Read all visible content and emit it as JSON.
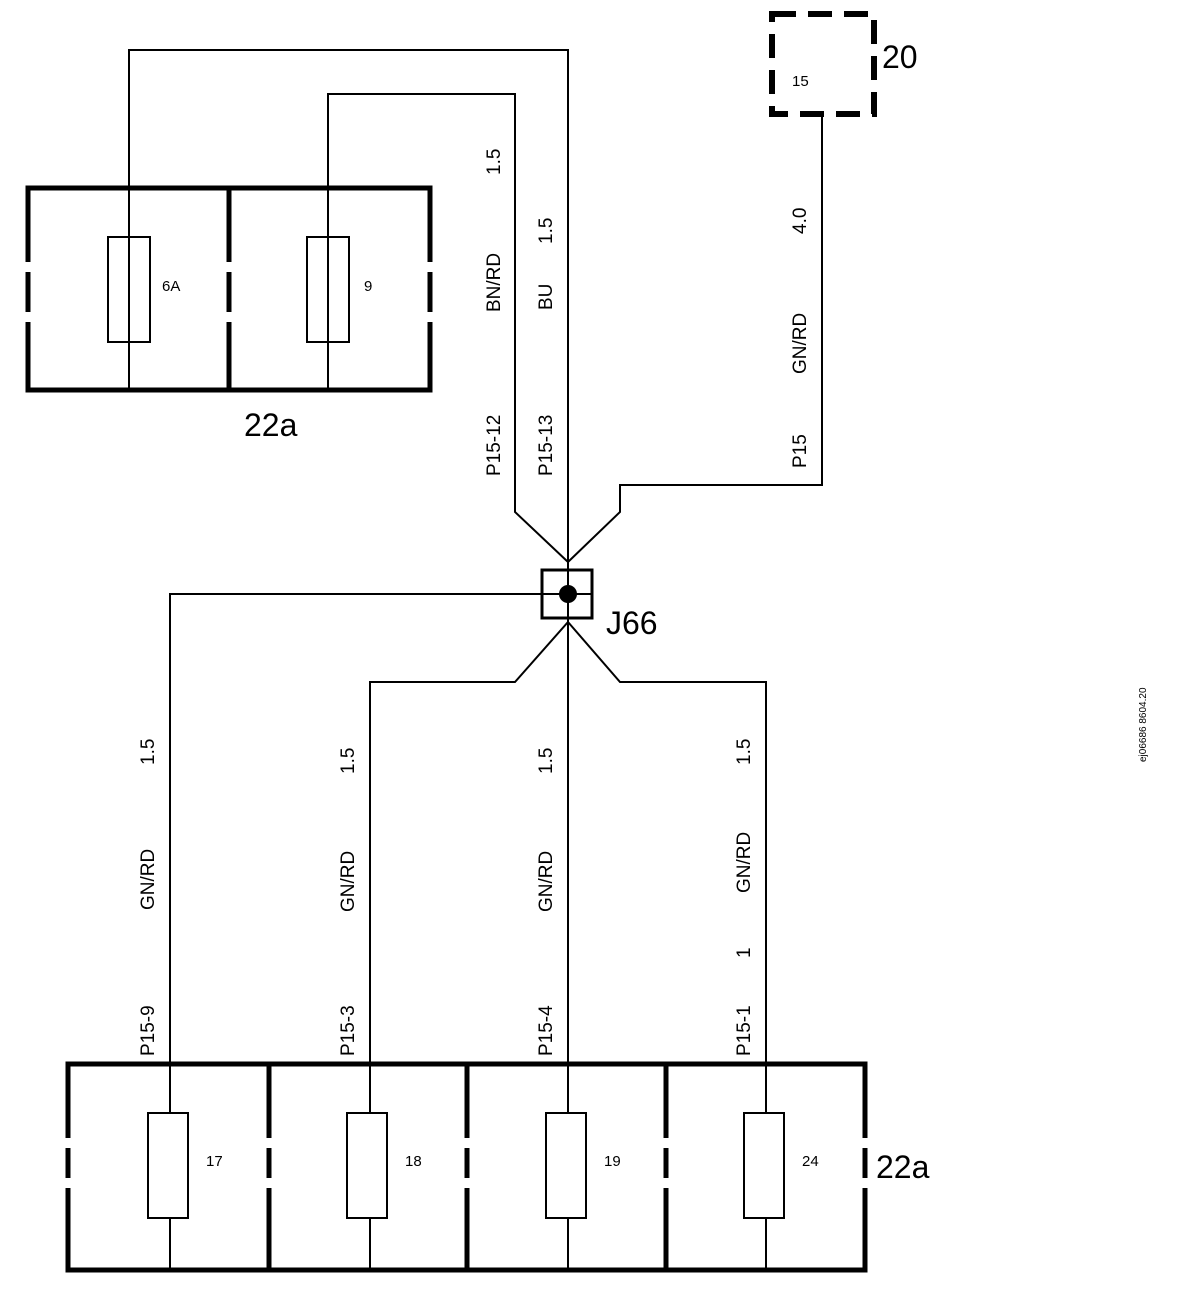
{
  "fuse_box_top": {
    "label": "22a",
    "fuses": [
      "6A",
      "9"
    ]
  },
  "fuse_box_bottom": {
    "label": "22a",
    "fuses": [
      "17",
      "18",
      "19",
      "24"
    ]
  },
  "component_20": {
    "label": "20",
    "pin": "15"
  },
  "junction": {
    "label": "J66"
  },
  "wires_top": [
    {
      "pin": "P15-12",
      "color": "BN/RD",
      "size": "1.5"
    },
    {
      "pin": "P15-13",
      "color": "BU",
      "size": "1.5"
    },
    {
      "pin": "P15",
      "color": "GN/RD",
      "size": "4.0"
    }
  ],
  "wires_bottom": [
    {
      "pin": "P15-9",
      "color": "GN/RD",
      "size": "1.5"
    },
    {
      "pin": "P15-3",
      "color": "GN/RD",
      "size": "1.5"
    },
    {
      "pin": "P15-4",
      "color": "GN/RD",
      "size": "1.5"
    },
    {
      "pin": "P15-1",
      "extra": "1",
      "color": "GN/RD",
      "size": "1.5"
    }
  ],
  "figure_id": "ej06686 8604.20"
}
